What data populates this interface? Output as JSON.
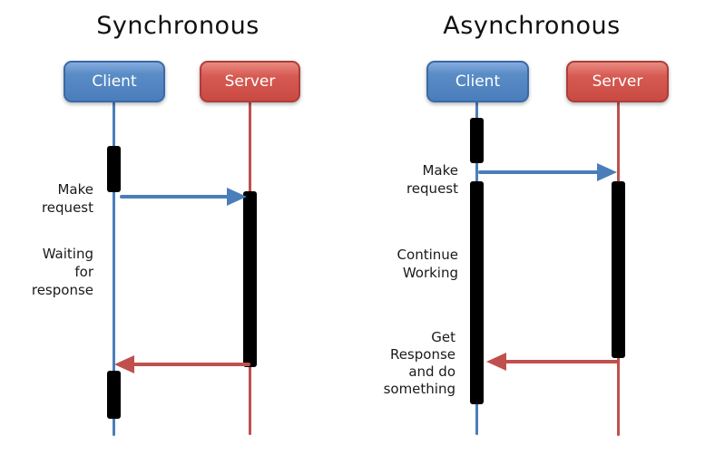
{
  "colors": {
    "client_blue": "#4A7EBB",
    "server_red": "#C0504D",
    "activation_bar_black": "#000000",
    "title_text": "#111111",
    "label_text": "#1A1A1A",
    "box_text": "#FFFFFF"
  },
  "left": {
    "title": "Synchronous",
    "client": "Client",
    "server": "Server",
    "label_make_request": "Make\nrequest",
    "label_waiting": "Waiting\nfor\nresponse"
  },
  "right": {
    "title": "Asynchronous",
    "client": "Client",
    "server": "Server",
    "label_make_request": "Make\nrequest",
    "label_continue": "Continue\nWorking",
    "label_get_response": "Get\nResponse\nand do\nsomething"
  }
}
